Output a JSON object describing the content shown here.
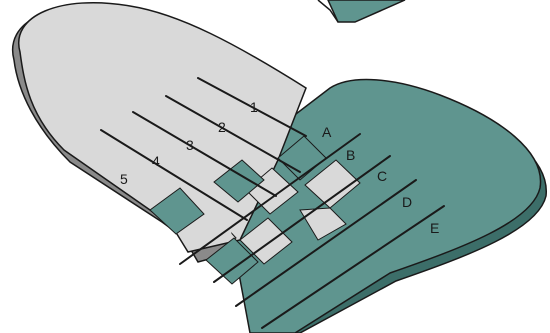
{
  "colors": {
    "light_paper": "#d9d9d9",
    "dark_paper": "#5f958f",
    "shadow": "#8a8a8a",
    "outline": "#1a1a1a",
    "background": "#ffffff"
  },
  "left_strips": {
    "labels": [
      "1",
      "2",
      "3",
      "4",
      "5"
    ]
  },
  "right_strips": {
    "labels": [
      "A",
      "B",
      "C",
      "D",
      "E"
    ]
  }
}
